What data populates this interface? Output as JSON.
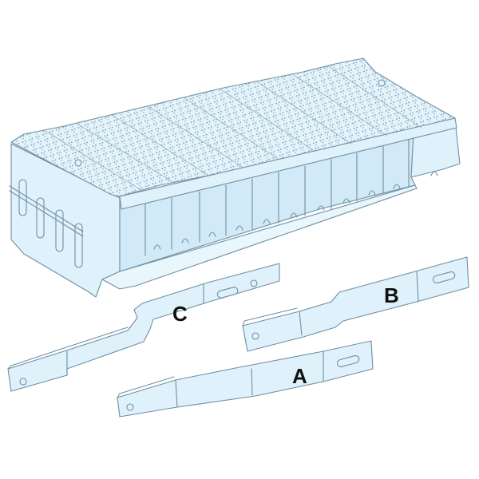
{
  "illustration": {
    "subject": "busbar enclosure with phase connection bars",
    "colors": {
      "body_fill": "#dff1fb",
      "body_shade": "#d2eaf7",
      "outline": "#6f8fa3",
      "label_text": "#111111",
      "background": "#ffffff"
    }
  },
  "enclosure": {
    "label": "enclosure",
    "ribs_count": 11
  },
  "bars": [
    {
      "id": "C",
      "label": "C"
    },
    {
      "id": "B",
      "label": "B"
    },
    {
      "id": "A",
      "label": "A"
    }
  ]
}
